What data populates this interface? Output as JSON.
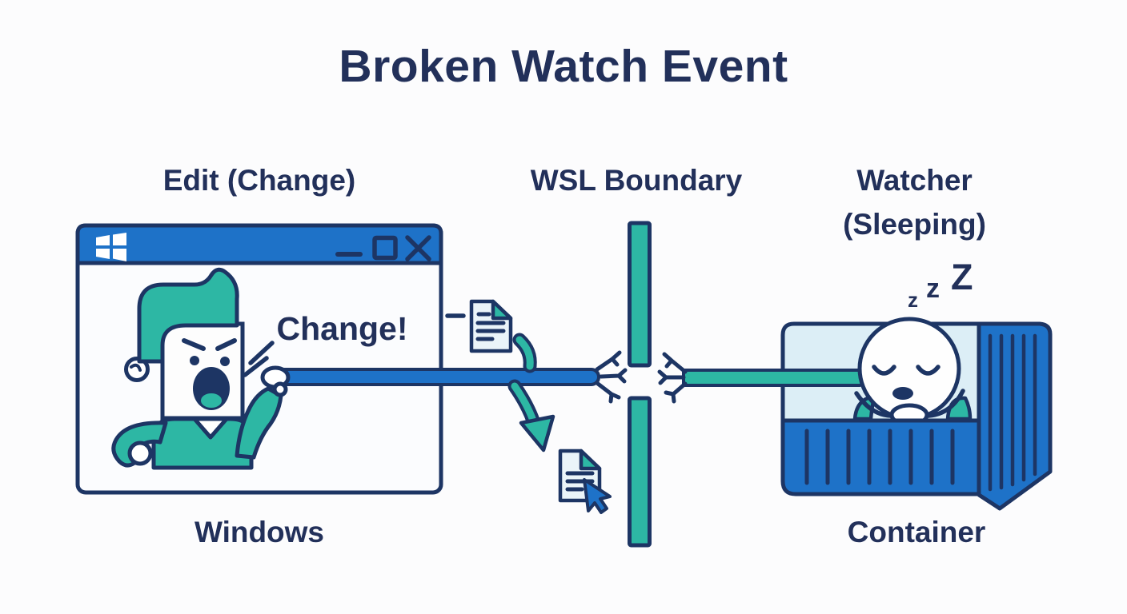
{
  "title": "Broken Watch Event",
  "panels": {
    "edit_label": "Edit (Change)",
    "boundary_label": "WSL Boundary",
    "watcher_label_line1": "Watcher",
    "watcher_label_line2": "(Sleeping)",
    "windows_label": "Windows",
    "container_label": "Container"
  },
  "window": {
    "speech_bubble": "Change!"
  },
  "watcher": {
    "sleep_z": [
      "z",
      "z",
      "Z"
    ]
  },
  "icons": {
    "windows_logo": "windows-flag",
    "minimize": "minimize-dash",
    "maximize": "maximize-square",
    "close": "close-x",
    "changed_file": "document-with-lines",
    "missed_file": "document-with-lines",
    "cursor": "mouse-pointer",
    "signal_break": "frayed-wire",
    "drop_arrow": "curved-arrow-down",
    "sleep": "zzZ"
  },
  "colors": {
    "navy": "#1d3564",
    "text": "#22305a",
    "blue": "#1e72c8",
    "teal": "#2db7a4",
    "light_blue": "#dceef6",
    "paper": "#eaf4f9",
    "background": "#fcfcfd"
  }
}
